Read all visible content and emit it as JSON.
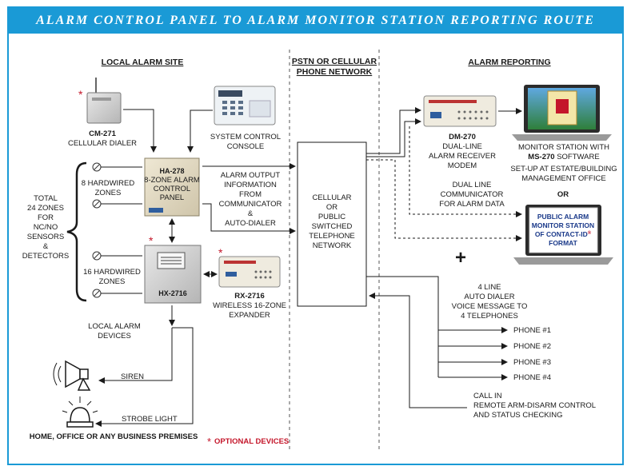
{
  "title": "ALARM CONTROL PANEL TO ALARM MONITOR STATION REPORTING ROUTE",
  "sections": {
    "local": "LOCAL ALARM SITE",
    "pstn_1": "PSTN OR CELLULAR",
    "pstn_2": "PHONE NETWORK",
    "reporting": "ALARM REPORTING"
  },
  "devices": {
    "cm271_name": "CM-271",
    "cm271_desc": "CELLULAR DIALER",
    "console_1": "SYSTEM CONTROL",
    "console_2": "CONSOLE",
    "ha278_name": "HA-278",
    "ha278_1": "8-ZONE ALARM",
    "ha278_2": "CONTROL",
    "ha278_3": "PANEL",
    "hx2716_name": "HX-2716",
    "rx2716_name": "RX-2716",
    "rx2716_1": "WIRELESS 16-ZONE",
    "rx2716_2": "EXPANDER",
    "dm270_name": "DM-270",
    "dm270_1": "DUAL-LINE",
    "dm270_2": "ALARM RECEIVER",
    "dm270_3": "MODEM"
  },
  "zones": {
    "hw8_1": "8 HARDWIRED",
    "hw8_2": "ZONES",
    "hw16_1": "16 HARDWIRED",
    "hw16_2": "ZONES",
    "total_1": "TOTAL",
    "total_2": "24 ZONES",
    "total_3": "FOR",
    "total_4": "NC/NO",
    "total_5": "SENSORS",
    "total_6": "&",
    "total_7": "DETECTORS"
  },
  "alarm_output": [
    "ALARM OUTPUT",
    "INFORMATION",
    "FROM",
    "COMMUNICATOR",
    "&",
    "AUTO-DIALER"
  ],
  "network_box": [
    "CELLULAR",
    "OR",
    "PUBLIC",
    "SWITCHED",
    "TELEPHONE",
    "NETWORK"
  ],
  "monitor": {
    "line1": "MONITOR STATION WITH",
    "line2_bold": "MS-270",
    "line2_rest": " SOFTWARE",
    "line3": "SET-UP AT ESTATE/BUILDING",
    "line4": "MANAGEMENT OFFICE",
    "or": "OR",
    "screen_1": "PUBLIC ALARM",
    "screen_2": "MONITOR STATION",
    "screen_3": "OF CONTACT-ID",
    "screen_reg": "®",
    "screen_4": "FORMAT",
    "plus": "+"
  },
  "dual_line": [
    "DUAL LINE",
    "COMMUNICATOR",
    "FOR ALARM DATA"
  ],
  "dialer": [
    "4 LINE",
    "AUTO DIALER",
    "VOICE MESSAGE TO",
    "4 TELEPHONES"
  ],
  "phones": [
    "PHONE #1",
    "PHONE #2",
    "PHONE #3",
    "PHONE #4"
  ],
  "callin": [
    "CALL IN",
    "REMOTE ARM-DISARM CONTROL",
    "AND STATUS CHECKING"
  ],
  "local_devices": [
    "LOCAL ALARM",
    "DEVICES"
  ],
  "siren": "SIREN",
  "strobe": "STROBE LIGHT",
  "premises": "HOME, OFFICE OR ANY BUSINESS PREMISES",
  "optional": "OPTIONAL DEVICES",
  "optional_star": "*",
  "colors": {
    "accent": "#1a9ad6",
    "red": "#c4162a"
  }
}
